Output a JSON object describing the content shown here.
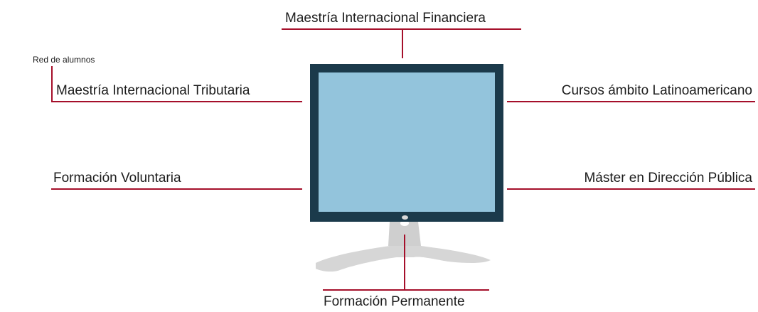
{
  "colors": {
    "accent_line": "#a50f2a",
    "monitor_frame": "#1b3a4b",
    "monitor_screen": "#93c4dc",
    "stand": "#cfcfcf",
    "text": "#1c1c1c"
  },
  "labels": {
    "top": "Maestría Internacional Financiera",
    "red_alumnos": "Red de alumnos",
    "left_upper": "Maestría Internacional Tributaria",
    "left_lower": "Formación Voluntaria",
    "right_upper": "Cursos ámbito Latinoamericano",
    "right_lower": "Máster en Dirección Pública",
    "bottom": "Formación Permanente"
  }
}
